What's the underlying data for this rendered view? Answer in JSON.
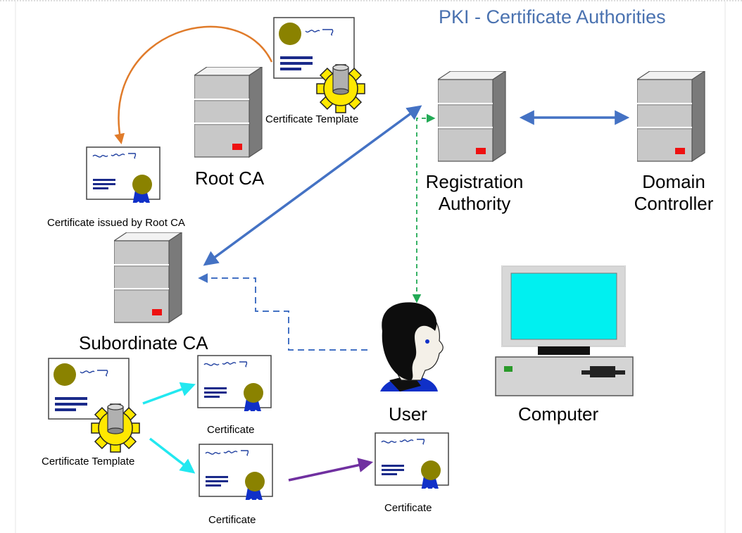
{
  "title": "PKI - Certificate Authorities",
  "nodes": {
    "root_ca": "Root CA",
    "registration_authority": [
      "Registration",
      "Authority"
    ],
    "domain_controller": [
      "Domain",
      "Controller"
    ],
    "subordinate_ca": "Subordinate CA",
    "user": "User",
    "computer": "Computer"
  },
  "certificate_labels": {
    "root_template": "Certificate Template",
    "issued_by_root": "Certificate issued by Root CA",
    "sub_template": "Certificate Template",
    "cert_a": "Certificate",
    "cert_b": "Certificate",
    "user_cert": "Certificate"
  },
  "colors": {
    "title": "#4a72b0",
    "ca_link": "#4472c4",
    "ra_dashed": "#22aa55",
    "template_arrow": "#e07b2a",
    "issue_arrow": "#22e8f0",
    "delivery_arrow": "#7030a0",
    "gear": "#ffe800",
    "seal": "#8a8200",
    "ribbon": "#1030c8",
    "screen": "#00f0f0"
  },
  "icons": [
    "server-icon",
    "certificate-icon",
    "template-gear-icon",
    "user-avatar-icon",
    "computer-icon"
  ]
}
